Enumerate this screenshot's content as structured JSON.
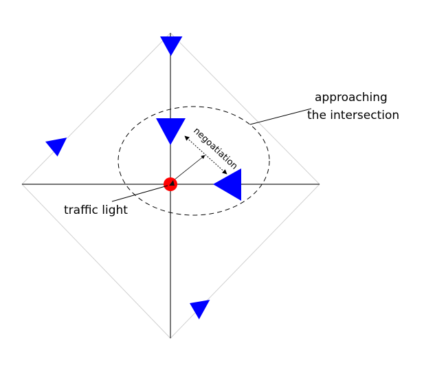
{
  "labels": {
    "approaching_line1": "approaching",
    "approaching_line2": "the intersection",
    "negotiation": "negoatiation",
    "traffic_light": "traffic light"
  },
  "colors": {
    "vehicle": "#0000ff",
    "traffic_light": "#ff0000",
    "road": "#000000",
    "boundary": "#cccccc"
  },
  "icons": {
    "vehicle": "blue-triangle-vehicle-icon",
    "traffic_light": "red-dot-traffic-light-icon"
  }
}
